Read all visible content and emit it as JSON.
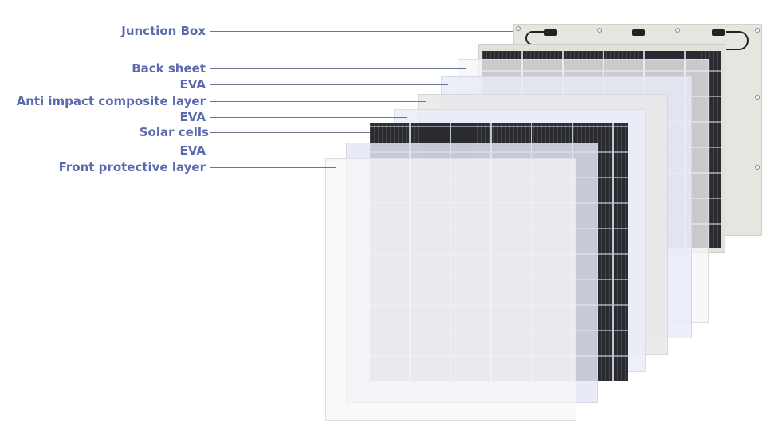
{
  "labels": {
    "junction_box": "Junction Box",
    "back_sheet": "Back sheet",
    "eva_1": "EVA",
    "anti_impact": "Anti impact composite layer",
    "eva_2": "EVA",
    "solar_cells": "Solar cells",
    "eva_3": "EVA",
    "front_protective": "Front protective layer"
  },
  "colors": {
    "label_text": "#5b69ad",
    "leader_line": "#6a7590",
    "cells": "#2a2b30"
  }
}
